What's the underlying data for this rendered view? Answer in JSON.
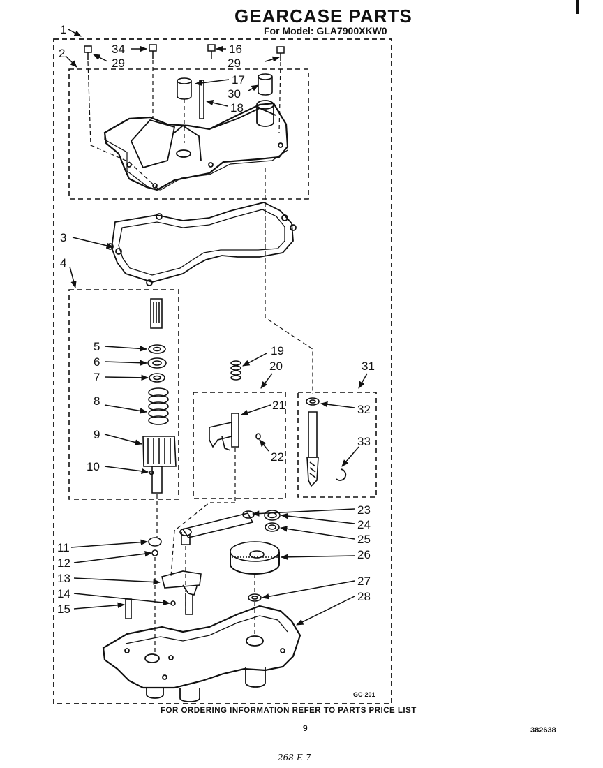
{
  "header": {
    "title": "GEARCASE PARTS",
    "subtitle": "For Model: GLA7900XKW0"
  },
  "diagram": {
    "code": "GC-201",
    "callouts": {
      "c1": "1",
      "c2": "2",
      "c3": "3",
      "c4": "4",
      "c5": "5",
      "c6": "6",
      "c7": "7",
      "c8": "8",
      "c9": "9",
      "c10": "10",
      "c11": "11",
      "c12": "12",
      "c13": "13",
      "c14": "14",
      "c15": "15",
      "c16": "16",
      "c17": "17",
      "c18": "18",
      "c19": "19",
      "c20": "20",
      "c21": "21",
      "c22": "22",
      "c23": "23",
      "c24": "24",
      "c25": "25",
      "c26": "26",
      "c27": "27",
      "c28": "28",
      "c29a": "29",
      "c29b": "29",
      "c30": "30",
      "c31": "31",
      "c32": "32",
      "c33": "33",
      "c34": "34"
    }
  },
  "footer": {
    "ordering_note": "FOR ORDERING INFORMATION REFER TO PARTS PRICE LIST",
    "page_number": "9",
    "doc_number": "382638",
    "handwritten": "268-E-7"
  }
}
